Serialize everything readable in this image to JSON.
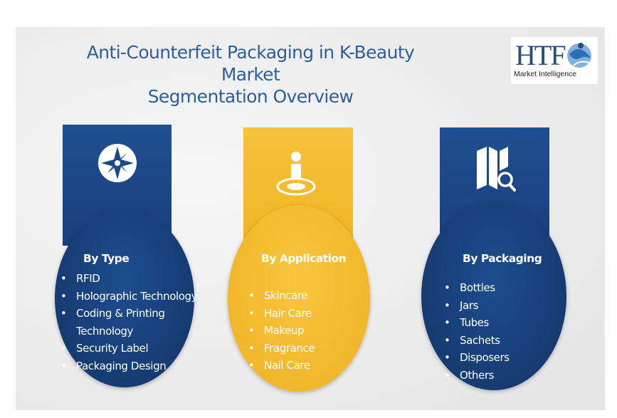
{
  "title_line1": "Anti-Counterfeit Packaging in K-Beauty Market",
  "title_line2": "Segmentation Overview",
  "logo": {
    "mark": "HTF",
    "sub": "Market Intelligence"
  },
  "colors": {
    "blue": "#1a4684",
    "yellow": "#f4bb31",
    "title": "#2d5f9e"
  },
  "segments": [
    {
      "heading": "By Type",
      "icon": "compass-icon",
      "items": [
        "RFID",
        "Holographic Technology",
        "Coding & Printing",
        "Technology",
        "Security Label",
        "Packaging Design"
      ]
    },
    {
      "heading": "By Application",
      "icon": "location-person-icon",
      "items": [
        "Skincare",
        "Hair Care",
        "Makeup",
        "Fragrance",
        "Nail Care"
      ]
    },
    {
      "heading": "By Packaging",
      "icon": "map-search-icon",
      "items": [
        "Bottles",
        "Jars",
        "Tubes",
        "Sachets",
        "Disposers",
        "Others"
      ]
    }
  ]
}
